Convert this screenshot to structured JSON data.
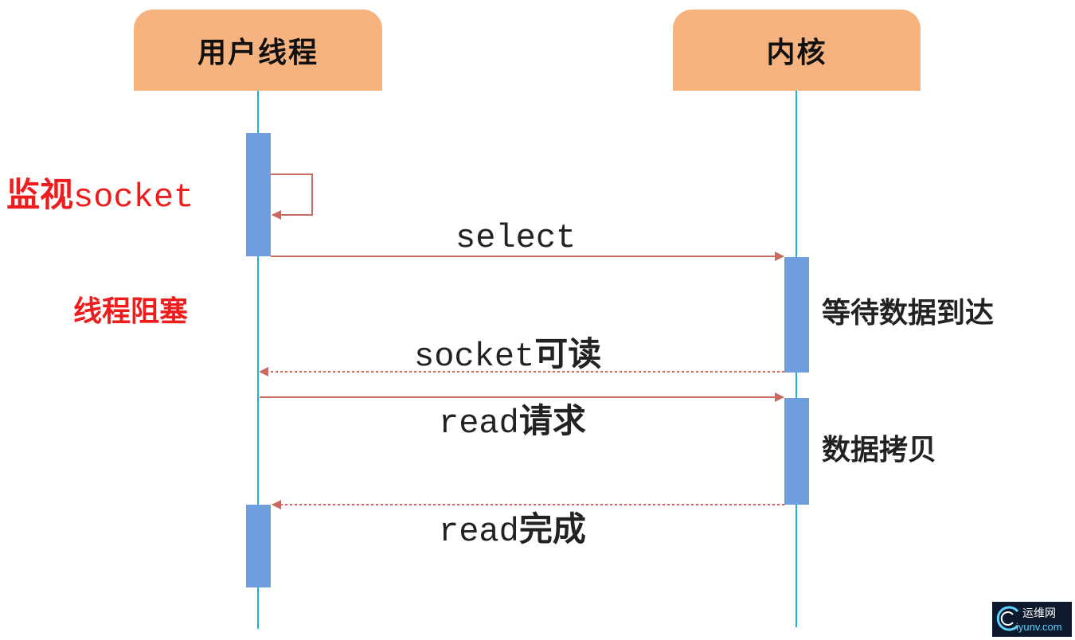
{
  "participants": {
    "user_thread": "用户线程",
    "kernel": "内核"
  },
  "side_notes": {
    "monitor_prefix": "监视",
    "monitor_socket": "socket",
    "thread_blocked": "线程阻塞",
    "wait_data": "等待数据到达",
    "data_copy": "数据拷贝"
  },
  "messages": {
    "select": "select",
    "socket_readable_code": "socket",
    "socket_readable_text": "可读",
    "read_request_code": "read",
    "read_request_text": "请求",
    "read_done_code": "read",
    "read_done_text": "完成"
  },
  "watermark": {
    "top": "运维网",
    "bottom": "iyunv.com"
  },
  "colors": {
    "header_fill": "#f7b37f",
    "lifeline": "#20aee6",
    "activation": "#6e9ede",
    "arrow": "#c96a62",
    "highlight_text": "#ee1c1c"
  }
}
